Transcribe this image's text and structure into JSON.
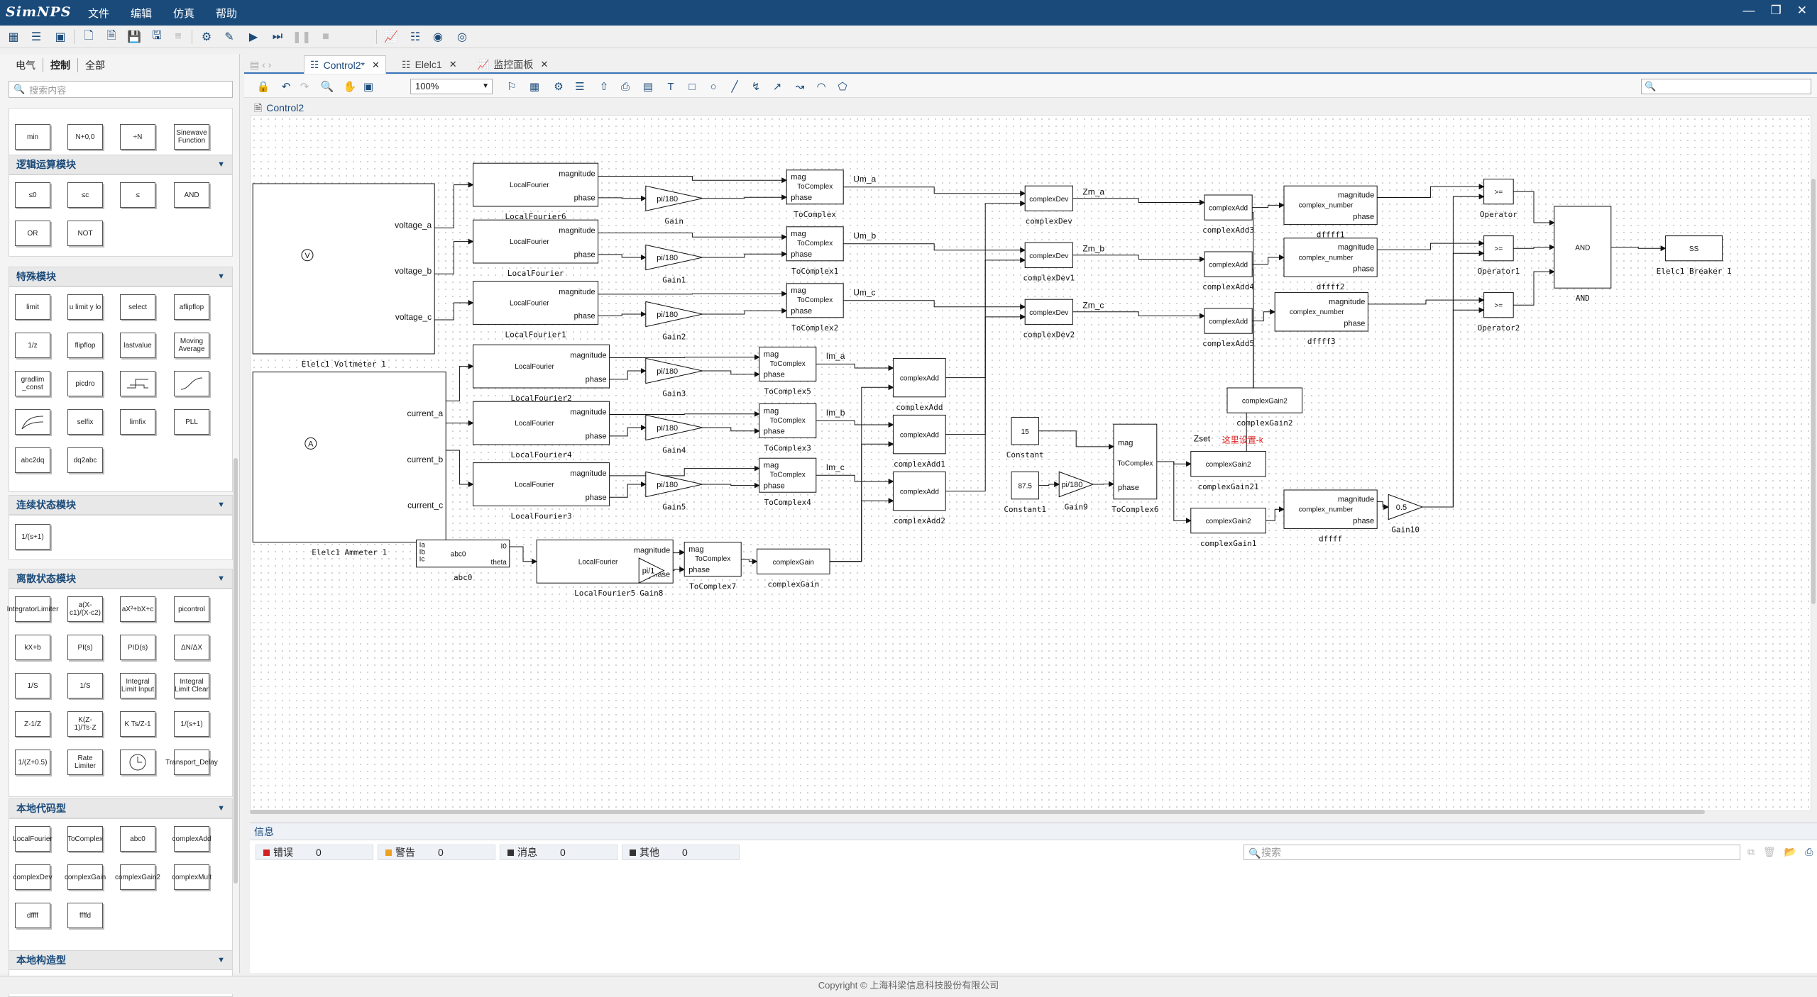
{
  "app": {
    "logo": "SimNPS",
    "menu": [
      "文件",
      "编辑",
      "仿真",
      "帮助"
    ],
    "window_controls": [
      "minimize-icon",
      "restore-icon",
      "close-icon"
    ]
  },
  "library": {
    "tabs": [
      "电气",
      "控制",
      "全部"
    ],
    "search_placeholder": "搜索内容",
    "top_blocks": [
      "min",
      "N+0,0",
      "÷N",
      "Sinewave Function"
    ],
    "sections": [
      {
        "title": "逻辑运算模块",
        "blocks": [
          "≤0",
          "≤c",
          "≤",
          "AND",
          "OR",
          "NOT"
        ]
      },
      {
        "title": "特殊模块",
        "blocks": [
          "limit",
          "u limit y lo",
          "select",
          "aflipflop",
          "1/z",
          "flipflop",
          "lastvalue",
          "Moving Average",
          "gradlim _const",
          "picdro",
          "",
          "",
          "",
          "selfix",
          "limfix",
          "PLL",
          "abc2dq",
          "dq2abc"
        ]
      },
      {
        "title": "连续状态模块",
        "blocks": [
          "1/(s+1)"
        ]
      },
      {
        "title": "离散状态模块",
        "blocks": [
          "IntegratorLimiter",
          "a(X-c1)/(X-c2)",
          "aX²+bX+c",
          "picontrol",
          "kX+b",
          "PI(s)",
          "PID(s)",
          "ΔN/ΔX",
          "1/S",
          "1/S",
          "Integral Limit Input",
          "Integral Limit Clear",
          "Z-1/Z",
          "K(Z-1)/Ts·Z",
          "K Ts/Z-1",
          "1/(s+1)",
          "1/(Z+0.5)",
          "Rate Limiter",
          "",
          "Transport_Delay"
        ]
      },
      {
        "title": "本地代码型",
        "blocks": [
          "LocalFourier",
          "ToComplex",
          "abc0",
          "complexAdd",
          "complexDev",
          "complexGain",
          "complexGain2",
          "complexMult",
          "dffff",
          "ffffd"
        ]
      },
      {
        "title": "本地构造型",
        "blocks": []
      }
    ]
  },
  "editor": {
    "tabs": [
      {
        "label": "Control2*",
        "active": true
      },
      {
        "label": "Elelc1",
        "active": false
      },
      {
        "label": "监控面板",
        "active": false
      }
    ],
    "zoom": "100%",
    "breadcrumb": "Control2"
  },
  "diagram": {
    "blocks": [
      {
        "id": "voltmeter",
        "label": "Elelc1 Voltmeter 1",
        "ports_out": [
          "voltage_a",
          "voltage_b",
          "voltage_c"
        ]
      },
      {
        "id": "ammeter",
        "label": "Elelc1 Ammeter 1",
        "ports_out": [
          "current_a",
          "current_b",
          "current_c"
        ]
      },
      {
        "id": "lf6",
        "label": "LocalFourier6",
        "text": [
          "magnitude",
          "LocalFourier",
          "phase"
        ]
      },
      {
        "id": "lf",
        "label": "LocalFourier",
        "text": [
          "magnitude",
          "LocalFourier",
          "phase"
        ]
      },
      {
        "id": "lf1",
        "label": "LocalFourier1",
        "text": [
          "magnitude",
          "LocalFourier",
          "phase"
        ]
      },
      {
        "id": "lf2",
        "label": "LocalFourier2",
        "text": [
          "magnitude",
          "LocalFourier",
          "phase"
        ]
      },
      {
        "id": "lf4",
        "label": "LocalFourier4",
        "text": [
          "magnitude",
          "LocalFourier",
          "phase"
        ]
      },
      {
        "id": "lf3",
        "label": "LocalFourier3",
        "text": [
          "magnitude",
          "LocalFourier",
          "phase"
        ]
      },
      {
        "id": "lf5",
        "label": "LocalFourier5",
        "text": [
          "magnitude",
          "LocalFourier",
          "phase"
        ]
      },
      {
        "id": "gain",
        "label": "Gain",
        "text": "pi/180"
      },
      {
        "id": "gain1",
        "label": "Gain1",
        "text": "pi/180"
      },
      {
        "id": "gain2",
        "label": "Gain2",
        "text": "pi/180"
      },
      {
        "id": "gain3",
        "label": "Gain3",
        "text": "pi/180"
      },
      {
        "id": "gain4",
        "label": "Gain4",
        "text": "pi/180"
      },
      {
        "id": "gain5",
        "label": "Gain5",
        "text": "pi/180"
      },
      {
        "id": "gain8",
        "label": "Gain8",
        "text": "pi/1"
      },
      {
        "id": "gain9",
        "label": "Gain9",
        "text": "pi/180"
      },
      {
        "id": "gain10",
        "label": "Gain10",
        "text": "0.5"
      },
      {
        "id": "tc",
        "label": "ToComplex",
        "text": [
          "mag",
          "ToComplex",
          "phase"
        ]
      },
      {
        "id": "tc1",
        "label": "ToComplex1",
        "text": [
          "mag",
          "ToComplex",
          "phase"
        ]
      },
      {
        "id": "tc2",
        "label": "ToComplex2",
        "text": [
          "mag",
          "ToComplex",
          "phase"
        ]
      },
      {
        "id": "tc5",
        "label": "ToComplex5",
        "text": [
          "mag",
          "ToComplex",
          "phase"
        ]
      },
      {
        "id": "tc3",
        "label": "ToComplex3",
        "text": [
          "mag",
          "ToComplex",
          "phase"
        ]
      },
      {
        "id": "tc4",
        "label": "ToComplex4",
        "text": [
          "mag",
          "ToComplex",
          "phase"
        ]
      },
      {
        "id": "tc7",
        "label": "ToComplex7",
        "text": [
          "mag",
          "ToComplex",
          "phase"
        ]
      },
      {
        "id": "tc6",
        "label": "ToComplex6",
        "text": [
          "mag",
          "ToComplex",
          "phase"
        ]
      },
      {
        "id": "cd",
        "label": "complexDev",
        "text": "complexDev"
      },
      {
        "id": "cd1",
        "label": "complexDev1",
        "text": "complexDev"
      },
      {
        "id": "cd2",
        "label": "complexDev2",
        "text": "complexDev"
      },
      {
        "id": "ca",
        "label": "complexAdd",
        "text": "complexAdd"
      },
      {
        "id": "ca1",
        "label": "complexAdd1",
        "text": "complexAdd"
      },
      {
        "id": "ca2",
        "label": "complexAdd2",
        "text": "complexAdd"
      },
      {
        "id": "ca3",
        "label": "complexAdd3",
        "text": "complexAdd"
      },
      {
        "id": "ca4",
        "label": "complexAdd4",
        "text": "complexAdd"
      },
      {
        "id": "ca5",
        "label": "complexAdd5",
        "text": "complexAdd"
      },
      {
        "id": "cg",
        "label": "complexGain",
        "text": "complexGain"
      },
      {
        "id": "cg2",
        "label": "complexGain2",
        "text": "complexGain2"
      },
      {
        "id": "cg21",
        "label": "complexGain21",
        "text": "complexGain2"
      },
      {
        "id": "cg1",
        "label": "complexGain1",
        "text": "complexGain2"
      },
      {
        "id": "dffff1",
        "label": "dffff1",
        "text": [
          "magnitude",
          "complex_number",
          "phase"
        ]
      },
      {
        "id": "dffff2",
        "label": "dffff2",
        "text": [
          "magnitude",
          "complex_number",
          "phase"
        ]
      },
      {
        "id": "dffff3",
        "label": "dffff3",
        "text": [
          "magnitude",
          "complex_number",
          "phase"
        ]
      },
      {
        "id": "dffff",
        "label": "dffff",
        "text": [
          "magnitude",
          "complex_number",
          "phase"
        ]
      },
      {
        "id": "op",
        "label": "Operator",
        "text": ">="
      },
      {
        "id": "op1",
        "label": "Operator1",
        "text": ">="
      },
      {
        "id": "op2",
        "label": "Operator2",
        "text": ">="
      },
      {
        "id": "and",
        "label": "AND",
        "text": "AND"
      },
      {
        "id": "breaker",
        "label": "Elelc1 Breaker 1",
        "text": "SS"
      },
      {
        "id": "abc0",
        "label": "abc0",
        "text": [
          "Ia",
          "Ib",
          "Ic",
          "abc0",
          "I0",
          "theta"
        ]
      },
      {
        "id": "const",
        "label": "Constant",
        "text": "15"
      },
      {
        "id": "const1",
        "label": "Constant1",
        "text": "87.5"
      }
    ],
    "wire_labels": [
      "Um_a",
      "Um_b",
      "Um_c",
      "Im_a",
      "Im_b",
      "Im_c",
      "Zm_a",
      "Zm_b",
      "Zm_c",
      "Zset"
    ],
    "annotation": {
      "text": "这里设置-k",
      "color": "#e02020"
    }
  },
  "info": {
    "title": "信息",
    "counters": [
      {
        "label": "错误",
        "count": "0",
        "color": "#d42020"
      },
      {
        "label": "警告",
        "count": "0",
        "color": "#f0a020"
      },
      {
        "label": "消息",
        "count": "0",
        "color": "#333333"
      },
      {
        "label": "其他",
        "count": "0",
        "color": "#333333"
      }
    ],
    "search_placeholder": "搜索"
  },
  "status": {
    "copyright": "Copyright © 上海科梁信息科技股份有限公司"
  }
}
